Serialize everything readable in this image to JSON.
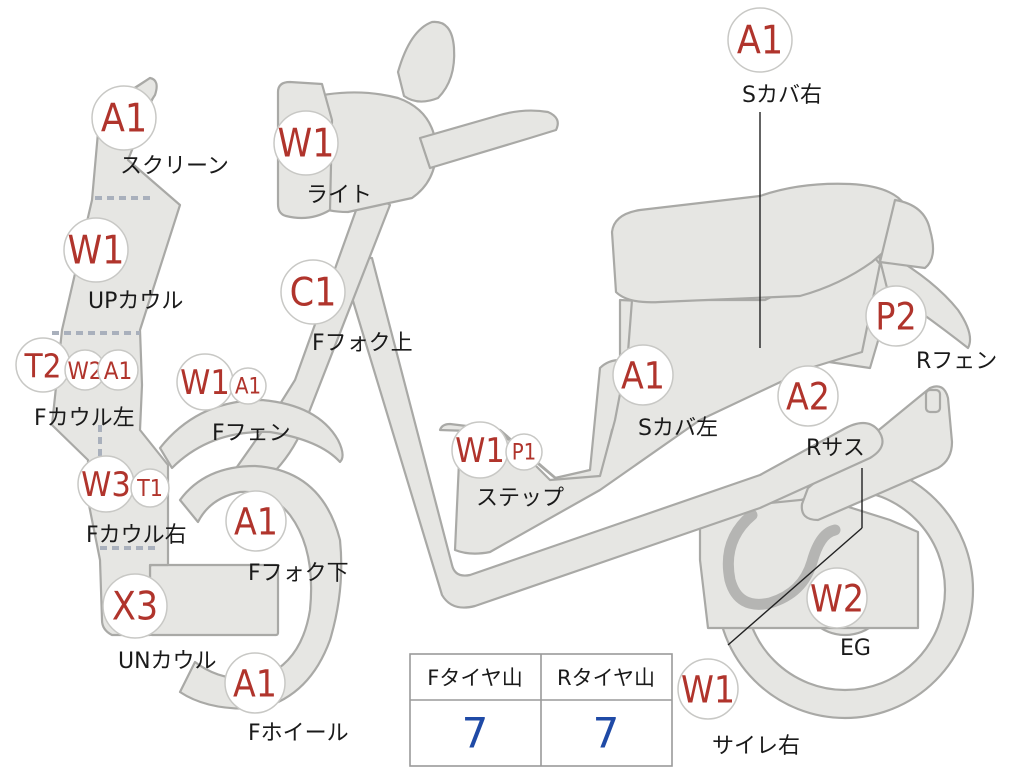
{
  "colors": {
    "part_fill": "#e6e6e3",
    "part_stroke": "#a9a9a6",
    "code_text": "#b0342c",
    "value_text": "#1f4aa6",
    "label_text": "#1a1a1a"
  },
  "parts": [
    {
      "id": "screen",
      "label": "スクリーン",
      "codes": [
        "A1"
      ]
    },
    {
      "id": "up-cowl",
      "label": "UPカウル",
      "codes": [
        "W1"
      ]
    },
    {
      "id": "f-cowl-left",
      "label": "Fカウル左",
      "codes": [
        "T2",
        "W2",
        "A1"
      ]
    },
    {
      "id": "f-cowl-right",
      "label": "Fカウル右",
      "codes": [
        "W3",
        "T1"
      ]
    },
    {
      "id": "un-cowl",
      "label": "UNカウル",
      "codes": [
        "X3"
      ]
    },
    {
      "id": "f-wheel",
      "label": "Fホイール",
      "codes": [
        "A1"
      ]
    },
    {
      "id": "light",
      "label": "ライト",
      "codes": [
        "W1"
      ]
    },
    {
      "id": "f-fork-upper",
      "label": "Fフォク上",
      "codes": [
        "C1"
      ]
    },
    {
      "id": "f-fender",
      "label": "Fフェン",
      "codes": [
        "W1",
        "A1"
      ]
    },
    {
      "id": "f-fork-lower",
      "label": "Fフォク下",
      "codes": [
        "A1"
      ]
    },
    {
      "id": "step",
      "label": "ステップ",
      "codes": [
        "W1",
        "P1"
      ]
    },
    {
      "id": "s-cover-left",
      "label": "Sカバ左",
      "codes": [
        "A1"
      ]
    },
    {
      "id": "s-cover-right",
      "label": "Sカバ右",
      "codes": [
        "A1"
      ]
    },
    {
      "id": "r-fender",
      "label": "Rフェン",
      "codes": [
        "P2"
      ]
    },
    {
      "id": "r-sus",
      "label": "Rサス",
      "codes": [
        "A2"
      ]
    },
    {
      "id": "eg",
      "label": "EG",
      "codes": [
        "W2"
      ]
    },
    {
      "id": "muffler-right",
      "label": "サイレ右",
      "codes": [
        "W1"
      ]
    }
  ],
  "tire_table": {
    "columns": [
      {
        "header": "Fタイヤ山",
        "value": "7"
      },
      {
        "header": "Rタイヤ山",
        "value": "7"
      }
    ]
  }
}
